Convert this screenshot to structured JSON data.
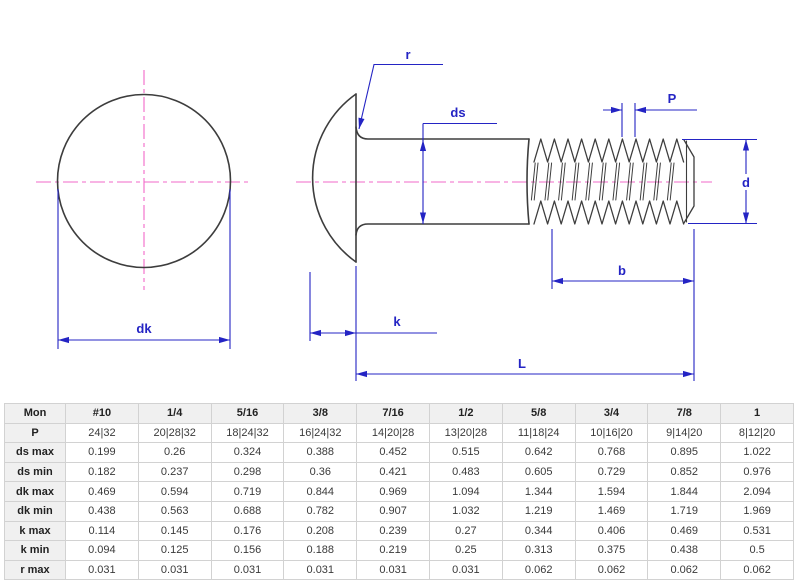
{
  "drawing": {
    "labels": {
      "dk": "dk",
      "r": "r",
      "ds": "ds",
      "P": "P",
      "d": "d",
      "b": "b",
      "k": "k",
      "L": "L"
    },
    "colors": {
      "dimension": "#2424c4",
      "centerline": "#f168c8",
      "outline": "#3d3d3d"
    }
  },
  "table": {
    "header": {
      "label": "Mon",
      "columns": [
        "#10",
        "1/4",
        "5/16",
        "3/8",
        "7/16",
        "1/2",
        "5/8",
        "3/4",
        "7/8",
        "1"
      ]
    },
    "rows": [
      {
        "label": "P",
        "values": [
          "24|32",
          "20|28|32",
          "18|24|32",
          "16|24|32",
          "14|20|28",
          "13|20|28",
          "11|18|24",
          "10|16|20",
          "9|14|20",
          "8|12|20"
        ]
      },
      {
        "label": "ds max",
        "values": [
          "0.199",
          "0.26",
          "0.324",
          "0.388",
          "0.452",
          "0.515",
          "0.642",
          "0.768",
          "0.895",
          "1.022"
        ]
      },
      {
        "label": "ds min",
        "values": [
          "0.182",
          "0.237",
          "0.298",
          "0.36",
          "0.421",
          "0.483",
          "0.605",
          "0.729",
          "0.852",
          "0.976"
        ]
      },
      {
        "label": "dk max",
        "values": [
          "0.469",
          "0.594",
          "0.719",
          "0.844",
          "0.969",
          "1.094",
          "1.344",
          "1.594",
          "1.844",
          "2.094"
        ]
      },
      {
        "label": "dk min",
        "values": [
          "0.438",
          "0.563",
          "0.688",
          "0.782",
          "0.907",
          "1.032",
          "1.219",
          "1.469",
          "1.719",
          "1.969"
        ]
      },
      {
        "label": "k max",
        "values": [
          "0.114",
          "0.145",
          "0.176",
          "0.208",
          "0.239",
          "0.27",
          "0.344",
          "0.406",
          "0.469",
          "0.531"
        ]
      },
      {
        "label": "k min",
        "values": [
          "0.094",
          "0.125",
          "0.156",
          "0.188",
          "0.219",
          "0.25",
          "0.313",
          "0.375",
          "0.438",
          "0.5"
        ]
      },
      {
        "label": "r max",
        "values": [
          "0.031",
          "0.031",
          "0.031",
          "0.031",
          "0.031",
          "0.031",
          "0.062",
          "0.062",
          "0.062",
          "0.062"
        ]
      }
    ]
  }
}
